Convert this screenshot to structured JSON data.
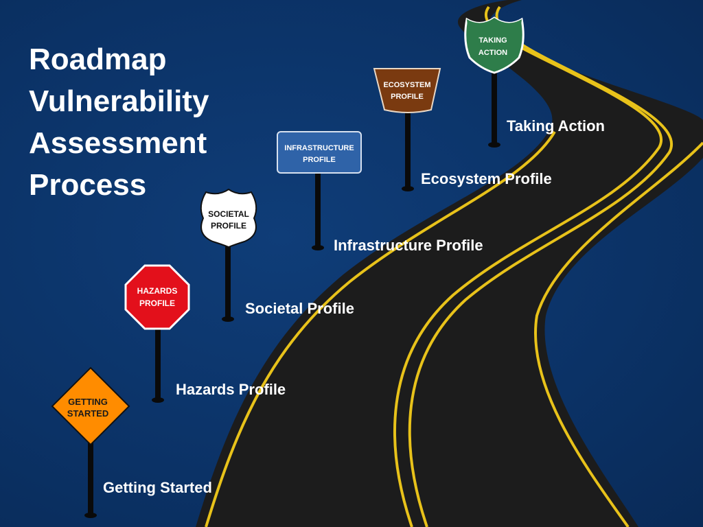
{
  "title": {
    "line1": "Roadmap",
    "line2": "Vulnerability",
    "line3": "Assessment",
    "line4": "Process"
  },
  "colors": {
    "background": "#0b3266",
    "road": "#1c1c1c",
    "road_line": "#e8c21a",
    "getting_started": "#ff8c00",
    "hazards": "#e3101b",
    "societal": "#ffffff",
    "infrastructure": "#2f63a8",
    "ecosystem": "#7a3a10",
    "taking_action": "#2e7d4a"
  },
  "signs": {
    "getting_started": {
      "line1": "GETTING",
      "line2": "STARTED",
      "icon": "diamond-warning-sign"
    },
    "hazards": {
      "line1": "HAZARDS",
      "line2": "PROFILE",
      "icon": "octagon-stop-sign"
    },
    "societal": {
      "line1": "SOCIETAL",
      "line2": "PROFILE",
      "icon": "shield-route-sign"
    },
    "infrastructure": {
      "line1": "INFRASTRUCTURE",
      "line2": "PROFILE",
      "icon": "rectangle-sign"
    },
    "ecosystem": {
      "line1": "ECOSYSTEM",
      "line2": "PROFILE",
      "icon": "trapezoid-sign"
    },
    "taking_action": {
      "line1": "TAKING",
      "line2": "ACTION",
      "icon": "interstate-shield-sign"
    }
  },
  "labels": {
    "getting_started": "Getting Started",
    "hazards": "Hazards Profile",
    "societal": "Societal Profile",
    "infrastructure": "Infrastructure Profile",
    "ecosystem": "Ecosystem Profile",
    "taking_action": "Taking Action"
  }
}
